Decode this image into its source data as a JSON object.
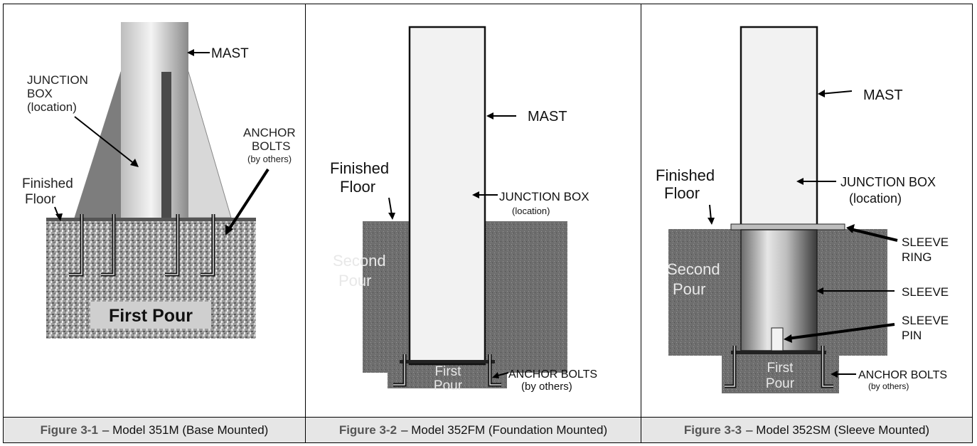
{
  "figures": [
    {
      "labels": {
        "mast": "MAST",
        "junction_box": [
          "JUNCTION",
          "BOX",
          "(location)"
        ],
        "anchor_bolts": [
          "ANCHOR",
          "BOLTS",
          "(by others)"
        ],
        "finished_floor": [
          "Finished",
          "Floor"
        ],
        "first_pour": "First Pour"
      },
      "caption": {
        "figure": "Figure 3-1",
        "text": "– Model 351M (Base Mounted)"
      }
    },
    {
      "labels": {
        "mast": "MAST",
        "junction_box": [
          "JUNCTION BOX",
          "(location)"
        ],
        "finished_floor": [
          "Finished",
          "Floor"
        ],
        "second_pour": [
          "Second",
          "Pour"
        ],
        "first_pour": [
          "First",
          "Pour"
        ],
        "anchor_bolts": [
          "ANCHOR BOLTS",
          "(by others)"
        ]
      },
      "caption": {
        "figure": "Figure 3-2",
        "text": "– Model 352FM (Foundation Mounted)"
      }
    },
    {
      "labels": {
        "mast": "MAST",
        "junction_box": [
          "JUNCTION BOX",
          "(location)"
        ],
        "finished_floor": [
          "Finished",
          "Floor"
        ],
        "sleeve_ring": [
          "SLEEVE",
          "RING"
        ],
        "second_pour": [
          "Second",
          "Pour"
        ],
        "sleeve": "SLEEVE",
        "sleeve_pin": [
          "SLEEVE",
          "PIN"
        ],
        "first_pour": [
          "First",
          "Pour"
        ],
        "anchor_bolts": [
          "ANCHOR BOLTS",
          "(by others)"
        ]
      },
      "caption": {
        "figure": "Figure 3-3",
        "text": "– Model 352SM (Sleeve Mounted)"
      }
    }
  ],
  "colors": {
    "concrete": "#6f6f6f",
    "concrete_light": "#9a9a9a",
    "mast_fill": "#f2f2f2",
    "caption_bg": "#e6e6e6",
    "figure_label": "#555555"
  }
}
